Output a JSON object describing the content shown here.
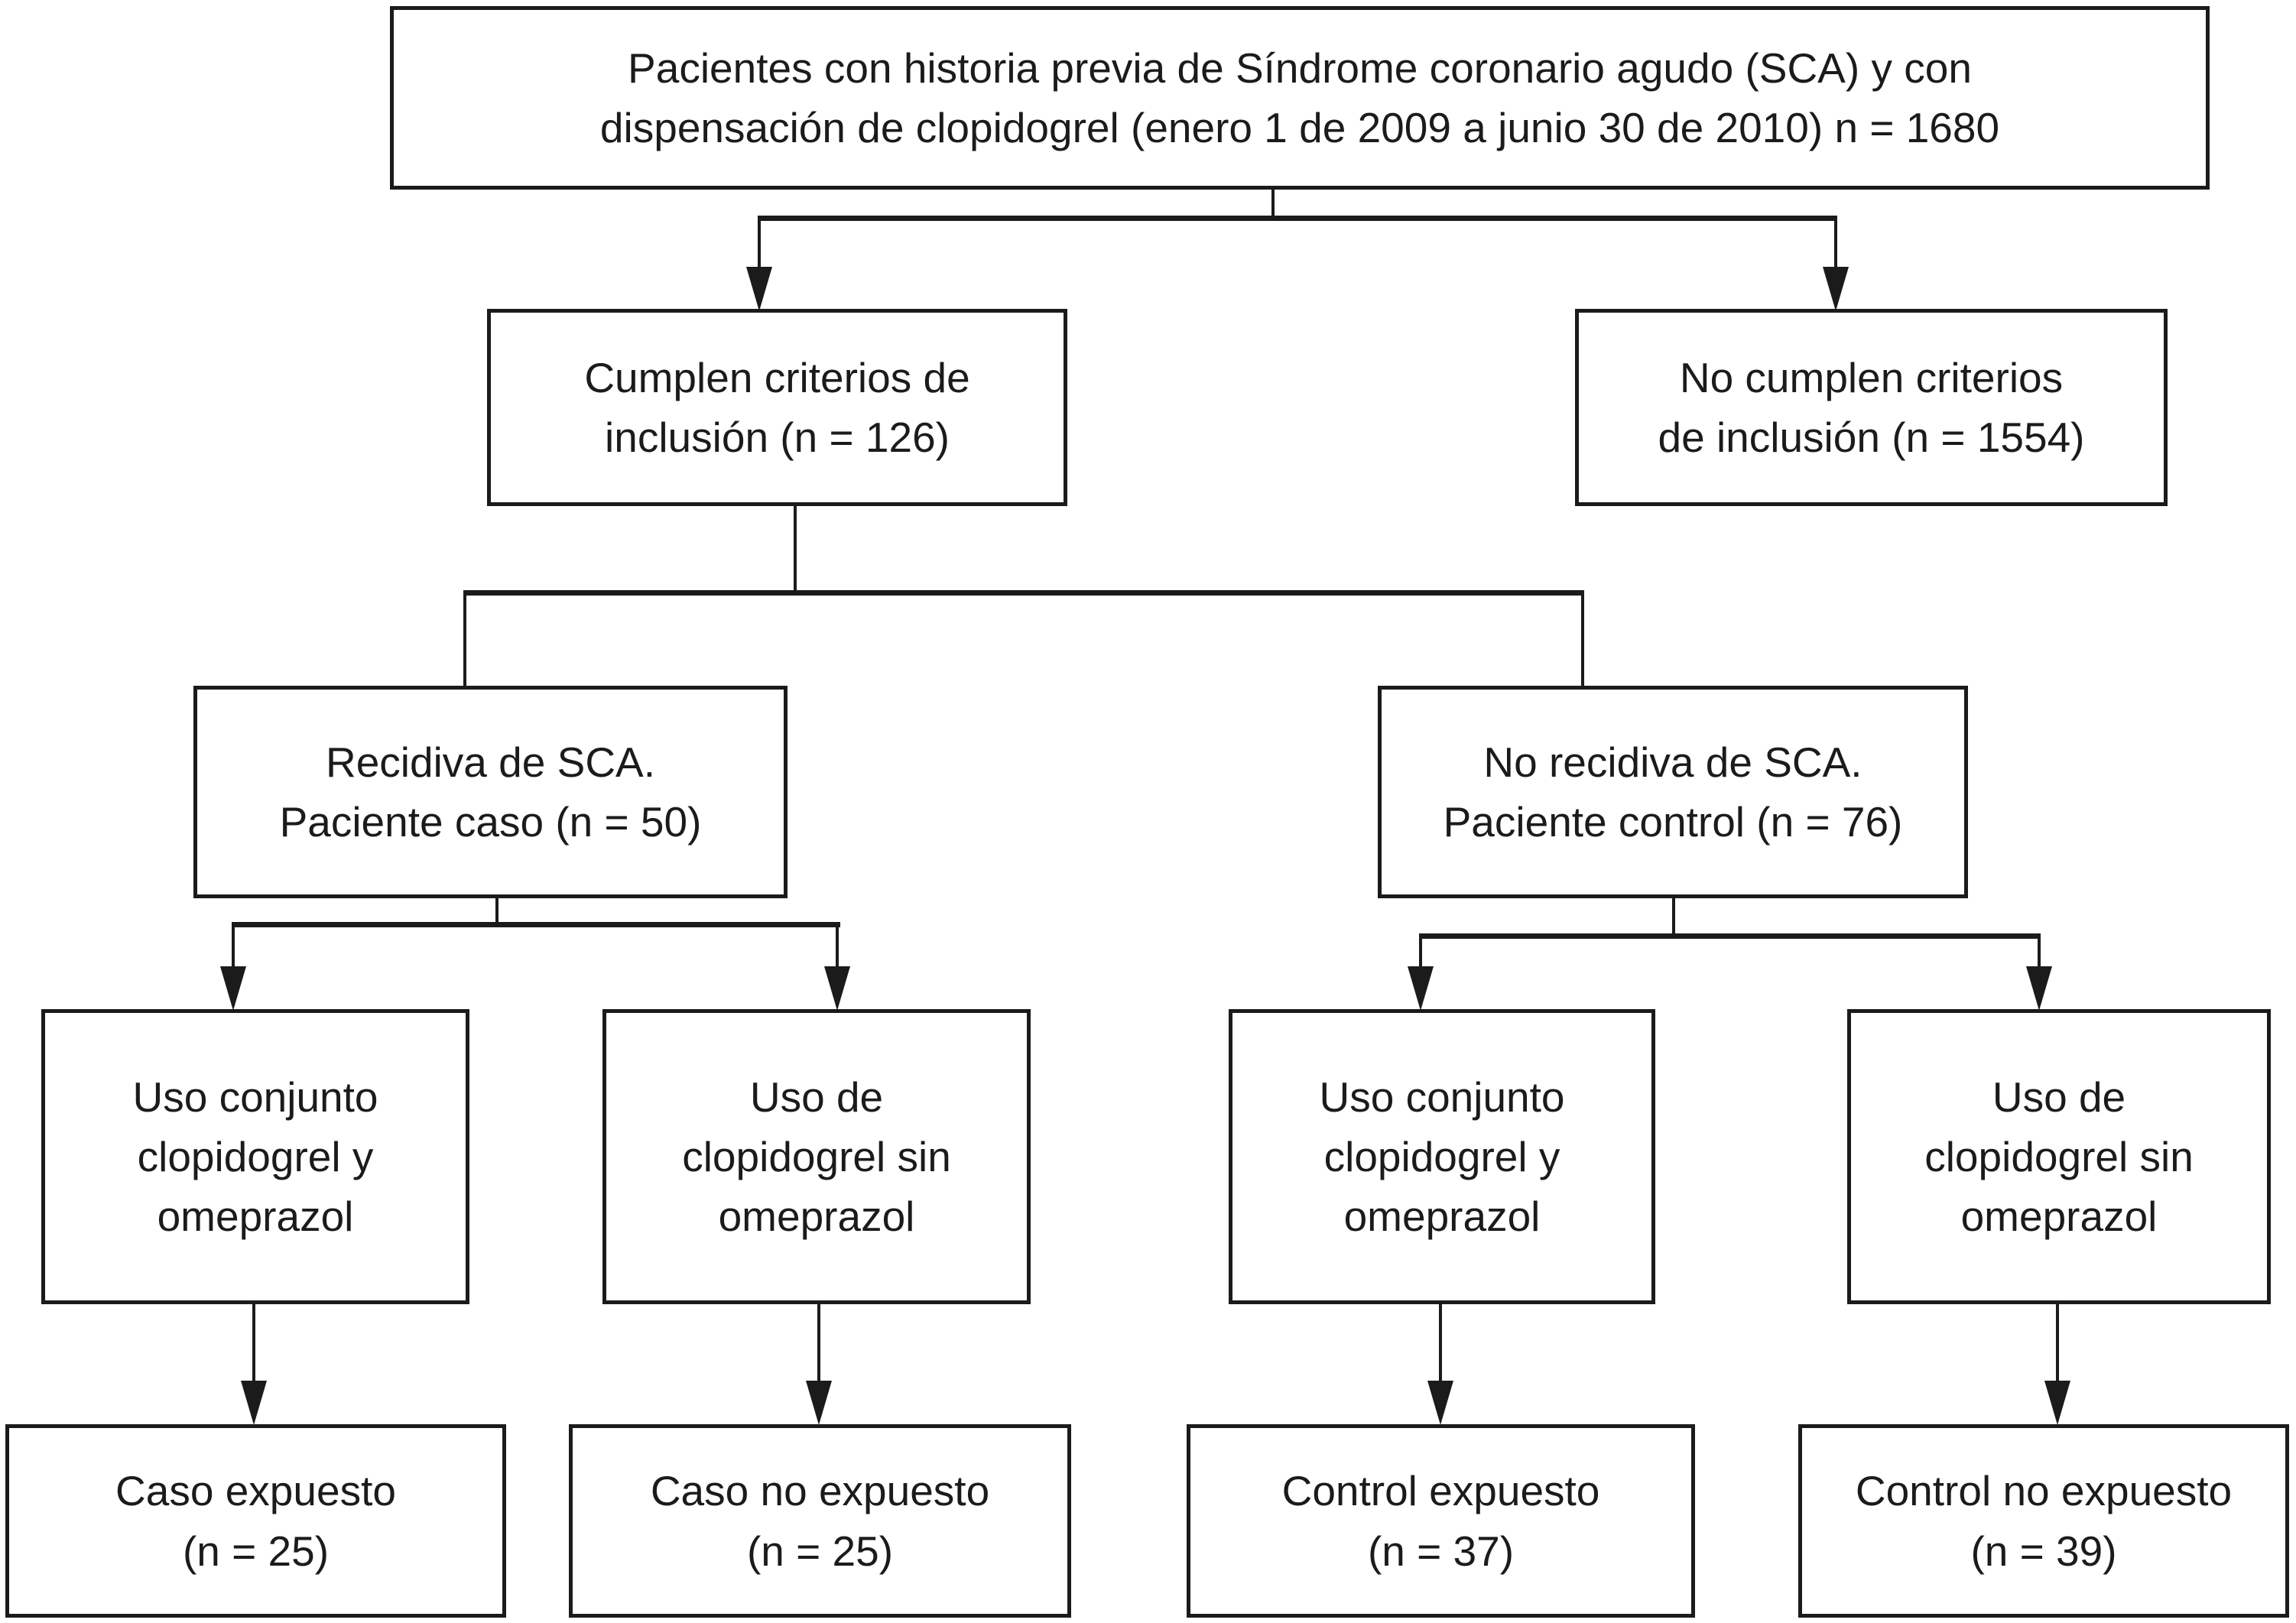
{
  "colors": {
    "background": "#ffffff",
    "box_background": "#ffffff",
    "line": "#1b1b1b",
    "text": "#1b1b1b"
  },
  "nodes": {
    "root": {
      "label": [
        "Pacientes con historia previa de Síndrome coronario agudo (SCA) y con",
        "dispensación de clopidogrel (enero 1 de 2009 a junio 30 de 2010) n = 1680"
      ],
      "n": 1680
    },
    "cumplen": {
      "label": [
        "Cumplen criterios de",
        "inclusión (n = 126)"
      ],
      "n": 126
    },
    "no_cumplen": {
      "label": [
        "No cumplen criterios",
        "de inclusión (n = 1554)"
      ],
      "n": 1554
    },
    "caso": {
      "label": [
        "Recidiva de SCA.",
        "Paciente caso (n = 50)"
      ],
      "n": 50
    },
    "control": {
      "label": [
        "No recidiva de SCA.",
        "Paciente control (n = 76)"
      ],
      "n": 76
    },
    "caso_con": {
      "label": [
        "Uso conjunto",
        "clopidogrel y",
        "omeprazol"
      ]
    },
    "caso_sin": {
      "label": [
        "Uso de",
        "clopidogrel sin",
        "omeprazol"
      ]
    },
    "control_con": {
      "label": [
        "Uso conjunto",
        "clopidogrel y",
        "omeprazol"
      ]
    },
    "control_sin": {
      "label": [
        "Uso de",
        "clopidogrel sin",
        "omeprazol"
      ]
    },
    "caso_expuesto": {
      "label": [
        "Caso expuesto",
        "(n = 25)"
      ],
      "n": 25
    },
    "caso_no_expuesto": {
      "label": [
        "Caso no expuesto",
        "(n = 25)"
      ],
      "n": 25
    },
    "control_expuesto": {
      "label": [
        "Control expuesto",
        "(n = 37)"
      ],
      "n": 37
    },
    "control_no_expuesto": {
      "label": [
        "Control no expuesto",
        "(n = 39)"
      ],
      "n": 39
    }
  }
}
